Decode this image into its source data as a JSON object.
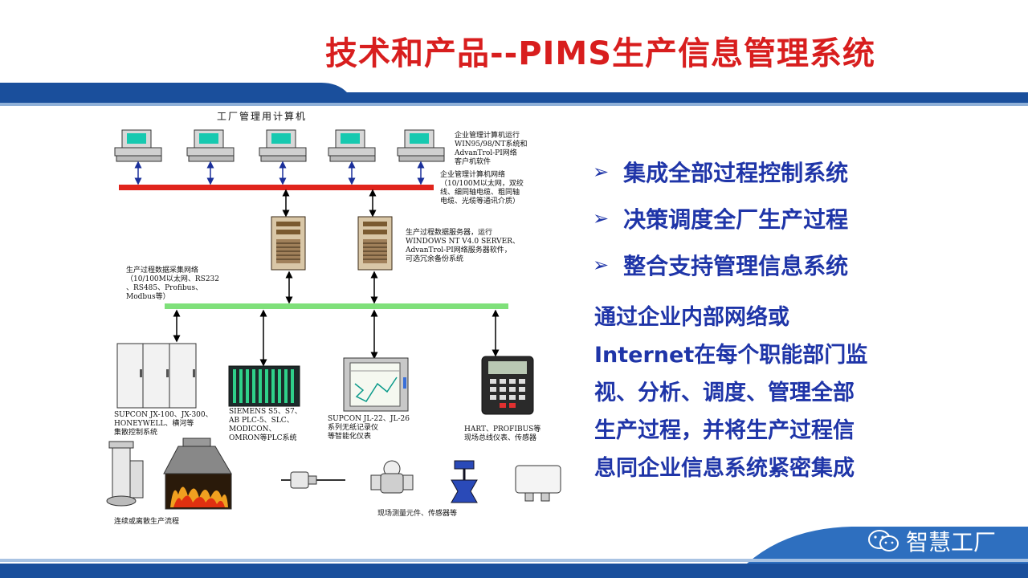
{
  "title": "技术和产品--PIMS生产信息管理系统",
  "diagram": {
    "factory_computers_label": "工厂管理用计算机",
    "enterprise_note": "企业管理计算机运行\nWIN95/98/NT系统和\nAdvanTrol-PI网络\n客户机软件",
    "enterprise_network_note": "企业管理计算机网络\n（10/100M以太网，双绞\n线、细同轴电缆、粗同轴\n电缆、光缆等通讯介质）",
    "server_note": "生产过程数据服务器，运行\nWINDOWS NT V4.0 SERVER、\nAdvanTrol-PI网络服务器软件，\n可选冗余备份系统",
    "collection_network_note": "生产过程数据采集网络\n（10/100M以太网、RS232\n、RS485、Profibus、\nModbus等）",
    "dcs_label": "SUPCON JX-100、JX-300、\nHONEYWELL、横河等\n集散控制系统",
    "plc_label": "SIEMENS S5、S7、\nAB PLC-5、SLC、\nMODICON、\nOMRON等PLC系统",
    "recorder_label": "SUPCON JL-22、JL-26\n系列无纸记录仪\n等智能化仪表",
    "fieldbus_label": "HART、PROFIBUS等\n现场总线仪表、传感器",
    "process_label": "连续或离散生产流程",
    "sensors_label": "现场测量元件、传感器等"
  },
  "bullets": [
    "集成全部过程控制系统",
    "决策调度全厂生产过程",
    "整合支持管理信息系统"
  ],
  "paragraph": [
    "通过企业内部网络或",
    "Internet在每个职能部门监",
    "视、分析、调度、管理全部",
    "生产过程，并将生产过程信",
    "息同企业信息系统紧密集成"
  ],
  "watermark": "智慧工厂",
  "colors": {
    "title": "#d81e1e",
    "text_blue": "#1f35a8",
    "header_band": "#1a4f9c",
    "enterprise_bus": "#e0241c",
    "collection_bus": "#7fe07a"
  }
}
